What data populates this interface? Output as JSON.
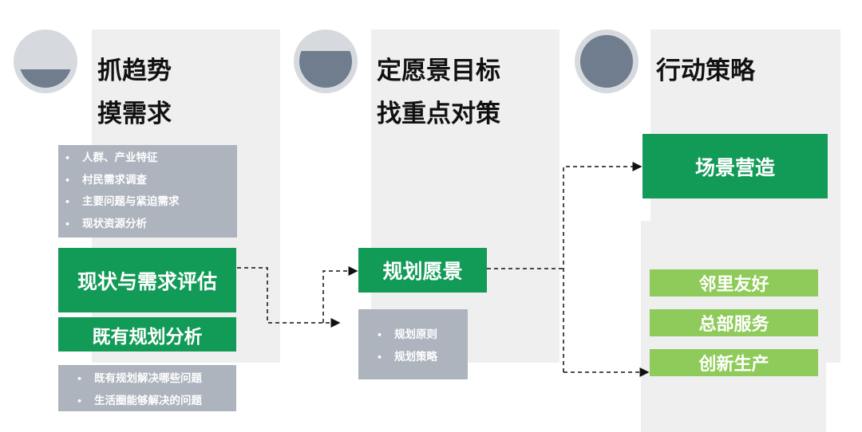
{
  "columns": [
    {
      "title_lines": [
        "抓趋势",
        "摸需求"
      ],
      "bullets_top": [
        "人群、产业特征",
        "村民需求调查",
        "主要问题与紧迫需求",
        "现状资源分析"
      ],
      "box_main": "现状与需求评估",
      "box_secondary": "既有规划分析",
      "bullets_bottom": [
        "既有规划解决哪些问题",
        "生活圈能够解决的问题"
      ],
      "progress_fill": 0.35
    },
    {
      "title_lines": [
        "定愿景目标",
        "找重点对策"
      ],
      "box_main": "规划愿景",
      "bullets": [
        "规划原则",
        "规划策略"
      ],
      "progress_fill": 0.7
    },
    {
      "title_lines": [
        "行动策略"
      ],
      "box_main": "场景营造",
      "items": [
        "邻里友好",
        "总部服务",
        "创新生产"
      ],
      "progress_fill": 1.0
    }
  ],
  "colors": {
    "green": "#129a57",
    "light_green": "#8fcb5a",
    "gray_box": "#adb4bd",
    "circle_dark": "#6f7d8e",
    "circle_light": "#d6d9dd",
    "panel": "#efefef"
  }
}
